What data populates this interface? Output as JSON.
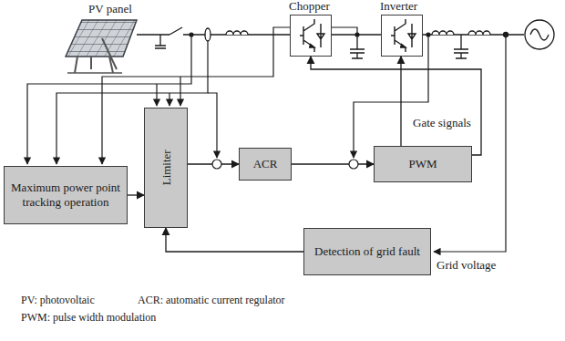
{
  "diagram": {
    "nodes": [
      {
        "text": [
          "Chopper"
        ]
      },
      {
        "text": [
          "Inverter"
        ]
      },
      {
        "text": [
          "Maximum power point tracking operation"
        ]
      },
      {
        "text": [
          "Limiter"
        ]
      },
      {
        "text": [
          "ACR"
        ]
      },
      {
        "text": [
          "PWM"
        ]
      },
      {
        "text": [
          "Detection of grid fault"
        ]
      }
    ],
    "edges": [
      {
        "from": 2,
        "to": 3,
        "arrow": "to"
      },
      {
        "from": 3,
        "to": 4,
        "arrow": "to"
      },
      {
        "from": 4,
        "to": 5,
        "arrow": "to"
      },
      {
        "from": 6,
        "to": 3,
        "arrow": "to"
      },
      {
        "from": 5,
        "to": 0,
        "arrow": "to"
      },
      {
        "from": 5,
        "to": 1,
        "arrow": "to"
      }
    ],
    "labels": [
      "PV panel",
      "Gate signals",
      "Grid voltage",
      "PV: photovoltaic",
      "ACR: automatic current regulator",
      "PWM: pulse width modulation"
    ]
  }
}
